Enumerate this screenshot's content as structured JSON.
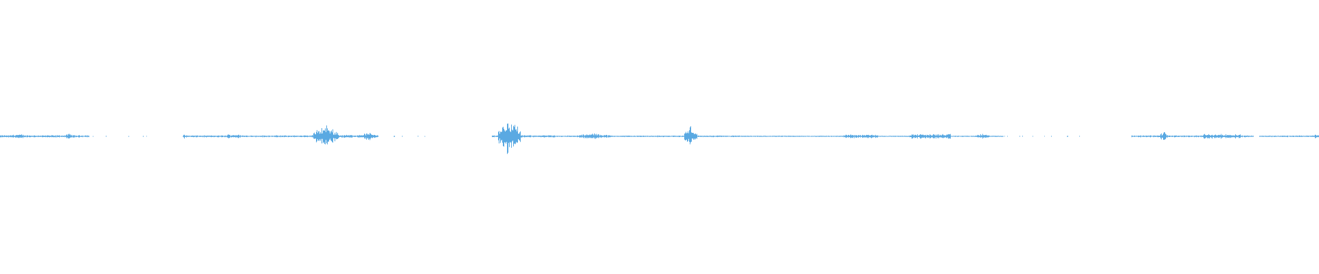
{
  "waveform": {
    "color": "#5aa9e2",
    "background": "#ffffff",
    "duration_fraction_per_bin": 0.001,
    "envelope": [
      {
        "start": 0.0,
        "end": 0.067,
        "level": 0.03
      },
      {
        "start": 0.048,
        "end": 0.056,
        "level": 0.07
      },
      {
        "start": 0.009,
        "end": 0.018,
        "level": 0.05
      },
      {
        "start": 0.068,
        "end": 0.112,
        "level": 0.008,
        "sparse": true
      },
      {
        "start": 0.139,
        "end": 0.236,
        "level": 0.025
      },
      {
        "start": 0.139,
        "end": 0.141,
        "level": 0.08
      },
      {
        "start": 0.172,
        "end": 0.182,
        "level": 0.05
      },
      {
        "start": 0.236,
        "end": 0.286,
        "level": 0.04
      },
      {
        "start": 0.238,
        "end": 0.256,
        "level": 0.3
      },
      {
        "start": 0.272,
        "end": 0.286,
        "level": 0.1
      },
      {
        "start": 0.286,
        "end": 0.336,
        "level": 0.008,
        "sparse": true
      },
      {
        "start": 0.373,
        "end": 0.42,
        "level": 0.03
      },
      {
        "start": 0.378,
        "end": 0.394,
        "level": 0.5
      },
      {
        "start": 0.42,
        "end": 0.56,
        "level": 0.02
      },
      {
        "start": 0.438,
        "end": 0.462,
        "level": 0.08
      },
      {
        "start": 0.519,
        "end": 0.528,
        "level": 0.28
      },
      {
        "start": 0.56,
        "end": 0.76,
        "level": 0.015
      },
      {
        "start": 0.64,
        "end": 0.665,
        "level": 0.05
      },
      {
        "start": 0.69,
        "end": 0.72,
        "level": 0.06
      },
      {
        "start": 0.74,
        "end": 0.75,
        "level": 0.07
      },
      {
        "start": 0.76,
        "end": 0.83,
        "level": 0.006,
        "sparse": true
      },
      {
        "start": 0.858,
        "end": 0.95,
        "level": 0.025
      },
      {
        "start": 0.879,
        "end": 0.885,
        "level": 0.12
      },
      {
        "start": 0.912,
        "end": 0.94,
        "level": 0.06
      },
      {
        "start": 0.955,
        "end": 1.0,
        "level": 0.02
      },
      {
        "start": 0.995,
        "end": 1.0,
        "level": 0.07
      }
    ]
  }
}
